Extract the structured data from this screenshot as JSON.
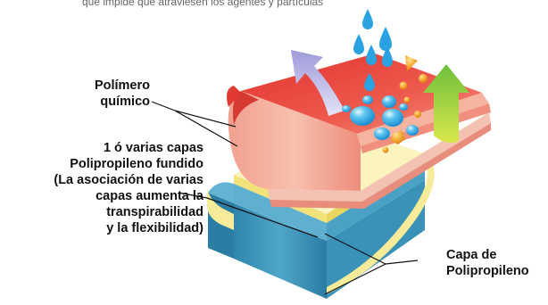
{
  "header_text": "que impide que atraviesen los agentes y partículas",
  "labels": {
    "polymer": [
      "Polímero",
      "químico"
    ],
    "melted_pp": [
      "1 ó varias capas",
      "Polipropileno fundido",
      "(La asociación de varias",
      "capas aumenta la",
      "transpirabilidad",
      "y la flexibilidad)"
    ],
    "pp_layer": [
      "Capa de",
      "Polipropileno"
    ]
  },
  "colors": {
    "polymer_red": "#e8413c",
    "polymer_pink": "#f4a495",
    "melted_yellow": "#f5eb98",
    "pp_blue": "#4fa3c4",
    "water_blue": "#2aa4e4",
    "particle_orange": "#f4a01e",
    "vapor_lilac": "#b6b4e6",
    "airflow_green": "#8ec63f"
  },
  "icons": [
    "water-drop-icon",
    "particle-icon",
    "vapor-arrow-icon",
    "airflow-arrow-icon"
  ]
}
